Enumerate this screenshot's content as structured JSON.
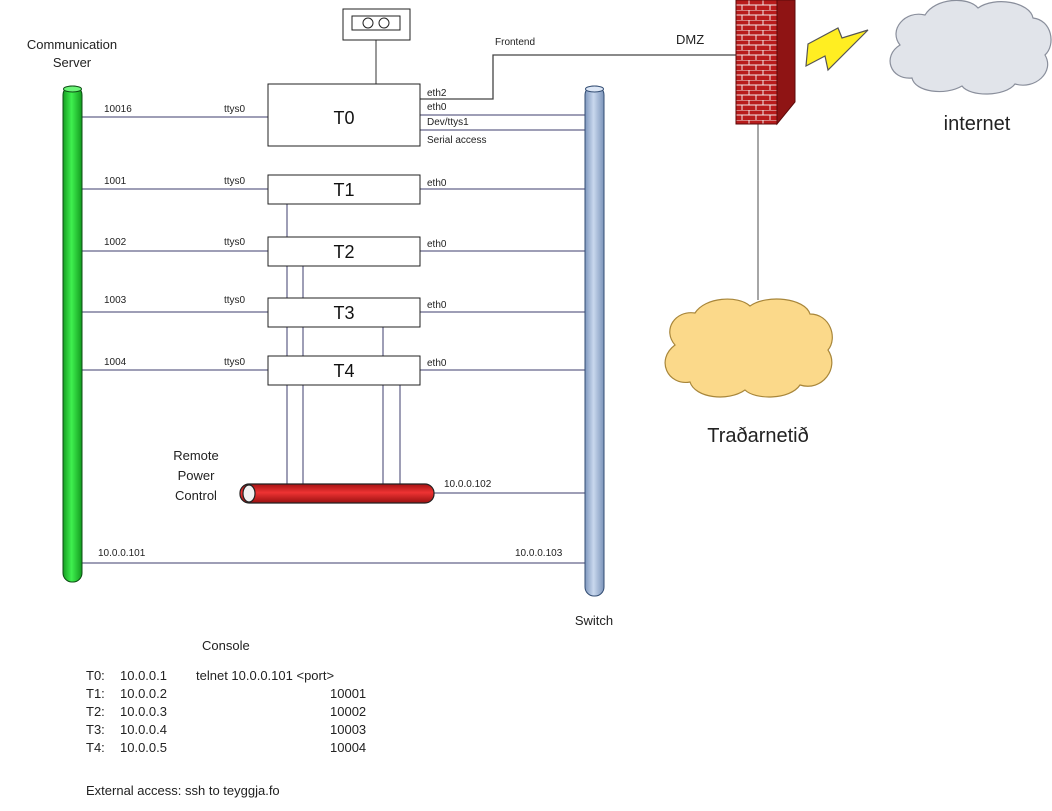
{
  "comm_server": {
    "label_line1": "Communication",
    "label_line2": "Server",
    "color": "#22cc33"
  },
  "switch": {
    "label": "Switch",
    "color": "#a8bedc"
  },
  "firewall": {
    "color": "#b81c1c"
  },
  "clouds": {
    "internet": {
      "label": "internet",
      "color": "#e1e4ea"
    },
    "local": {
      "label": "Traðarnetið",
      "color": "#fbd98a"
    }
  },
  "wan": {
    "frontend_label": "Frontend",
    "dmz_label": "DMZ"
  },
  "nodes": [
    {
      "name": "T0",
      "port": "10016",
      "tty": "ttys0",
      "ifaces": [
        "eth2",
        "eth0",
        "Dev/ttys1",
        "Serial access"
      ]
    },
    {
      "name": "T1",
      "port": "1001",
      "tty": "ttys0",
      "ifaces": [
        "eth0"
      ]
    },
    {
      "name": "T2",
      "port": "1002",
      "tty": "ttys0",
      "ifaces": [
        "eth0"
      ]
    },
    {
      "name": "T3",
      "port": "1003",
      "tty": "ttys0",
      "ifaces": [
        "eth0"
      ]
    },
    {
      "name": "T4",
      "port": "1004",
      "tty": "ttys0",
      "ifaces": [
        "eth0"
      ]
    }
  ],
  "power": {
    "label_line1": "Remote",
    "label_line2": "Power",
    "label_line3": "Control",
    "ip": "10.0.0.102",
    "color": "#d62424"
  },
  "link": {
    "left_ip": "10.0.0.101",
    "right_ip": "10.0.0.103"
  },
  "console": {
    "title": "Console",
    "rows": [
      {
        "host": "T0:",
        "ip": "10.0.0.1",
        "extra": "telnet 10.0.0.101 <port>"
      },
      {
        "host": "T1:",
        "ip": "10.0.0.2",
        "extra": "10001"
      },
      {
        "host": "T2:",
        "ip": "10.0.0.3",
        "extra": "10002"
      },
      {
        "host": "T3:",
        "ip": "10.0.0.4",
        "extra": "10003"
      },
      {
        "host": "T4:",
        "ip": "10.0.0.5",
        "extra": "10004"
      }
    ],
    "external": "External access: ssh to teyggja.fo"
  }
}
